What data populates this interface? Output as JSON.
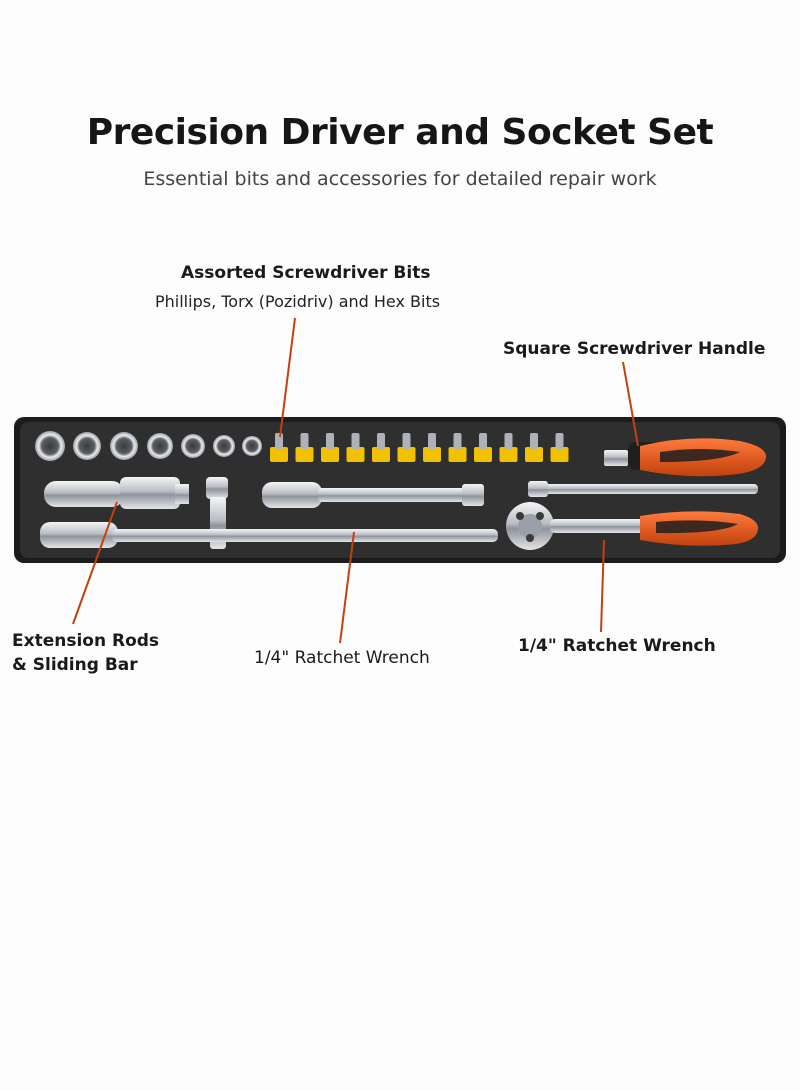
{
  "header": {
    "title": "Precision Driver and Socket Set",
    "subtitle": "Essential bits and accessories for detailed repair work"
  },
  "callouts": {
    "bits": {
      "label": "Assorted Screwdriver Bits",
      "sublabel": "Phillips, Torx (Pozidriv) and Hex Bits"
    },
    "handle": {
      "label": "Square Screwdriver Handle"
    },
    "extension": {
      "line1": "Extension Rods",
      "line2": "& Sliding Bar"
    },
    "ratchet_center": {
      "label": "1/4\" Ratchet Wrench"
    },
    "ratchet_right": {
      "label": "1/4\" Ratchet Wrench"
    }
  },
  "colors": {
    "tray": "#2b2b2b",
    "tray_rim": "#1c1c1c",
    "leader_line": "#c2410c",
    "handle_accent": "#e8571d",
    "bit_holder": "#f2c200",
    "chrome": "#c9ccd1"
  }
}
